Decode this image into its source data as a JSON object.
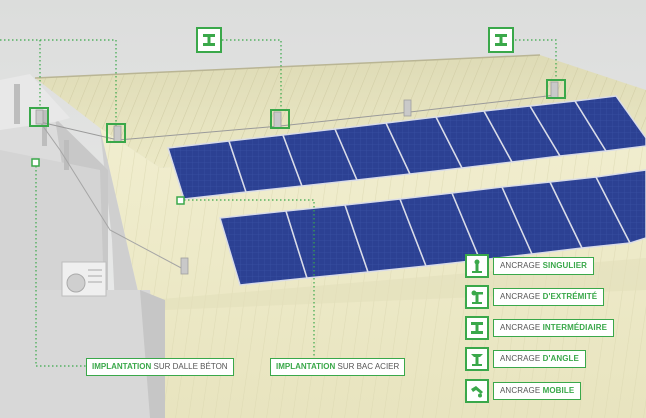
{
  "legend": [
    {
      "prefix": "ANCRAGE",
      "emphasis": "SINGULIER",
      "icon": "single-anchor-icon"
    },
    {
      "prefix": "ANCRAGE",
      "emphasis": "D'EXTRÉMITÉ",
      "icon": "end-anchor-icon"
    },
    {
      "prefix": "ANCRAGE",
      "emphasis": "INTERMÉDIAIRE",
      "icon": "intermediate-anchor-icon"
    },
    {
      "prefix": "ANCRAGE",
      "emphasis": "D'ANGLE",
      "icon": "angle-anchor-icon"
    },
    {
      "prefix": "ANCRAGE",
      "emphasis": "MOBILE",
      "icon": "mobile-anchor-icon"
    }
  ],
  "implantation": [
    {
      "emphasis": "IMPLANTATION",
      "rest": "SUR DALLE BÉTON"
    },
    {
      "emphasis": "IMPLANTATION",
      "rest": "SUR BAC ACIER"
    }
  ],
  "colors": {
    "accent": "#3aa84a",
    "panel": "#2b3f8f",
    "roof": "#efecc9",
    "concrete": "#d9d9d9"
  }
}
